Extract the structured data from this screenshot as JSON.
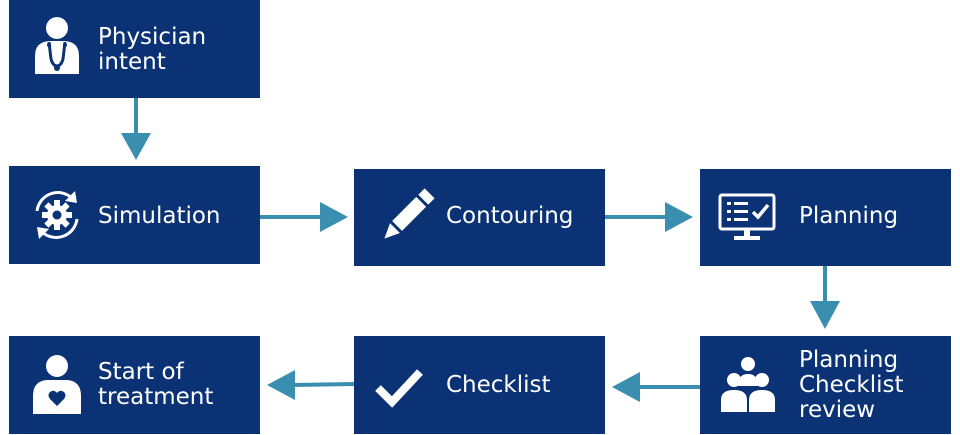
{
  "colors": {
    "box": "#0b3275",
    "arrow": "#3a8fb0",
    "text": "#ffffff"
  },
  "steps": {
    "physician": {
      "label": "Physician\nintent",
      "icon": "physician-icon"
    },
    "simulation": {
      "label": "Simulation",
      "icon": "gear-cycle-icon"
    },
    "contouring": {
      "label": "Contouring",
      "icon": "pencil-icon"
    },
    "planning": {
      "label": "Planning",
      "icon": "monitor-checklist-icon"
    },
    "review": {
      "label": "Planning\nChecklist\nreview",
      "icon": "team-icon"
    },
    "checklist": {
      "label": "Checklist",
      "icon": "checkmark-icon"
    },
    "start": {
      "label": "Start of\ntreatment",
      "icon": "patient-heart-icon"
    }
  }
}
